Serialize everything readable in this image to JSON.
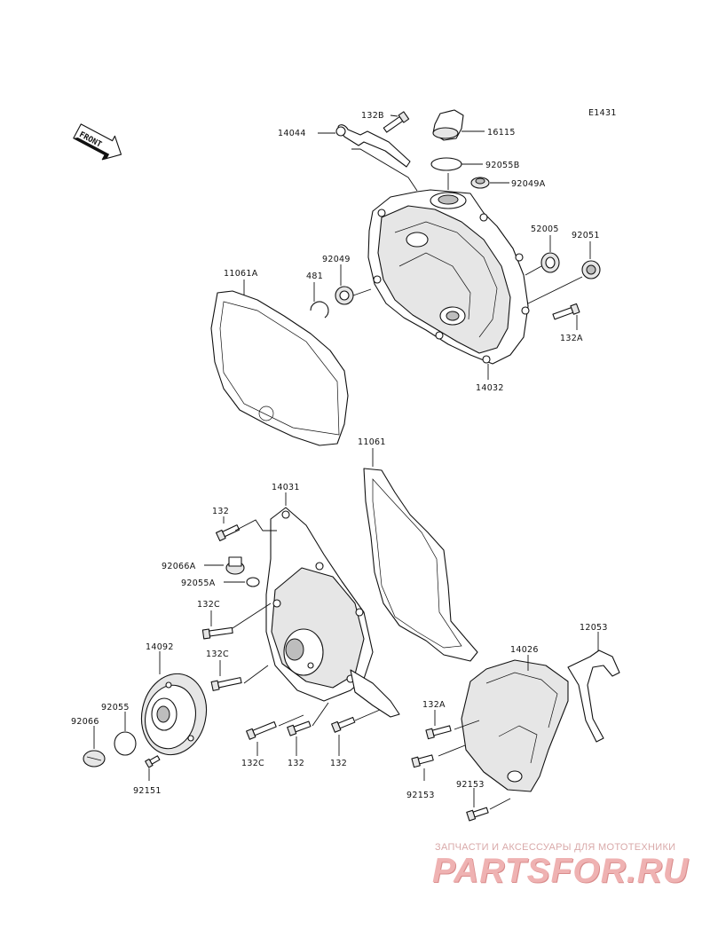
{
  "diagram_code": "E1431",
  "front_arrow_text": "FRONT",
  "labels": {
    "l_132B": "132B",
    "l_14044": "14044",
    "l_16115": "16115",
    "l_92055B": "92055B",
    "l_92049A": "92049A",
    "l_52005": "52005",
    "l_92051": "92051",
    "l_11061A": "11061A",
    "l_481": "481",
    "l_92049": "92049",
    "l_132A_top": "132A",
    "l_14032": "14032",
    "l_11061": "11061",
    "l_14031": "14031",
    "l_132_top": "132",
    "l_92066A": "92066A",
    "l_92055A": "92055A",
    "l_132C_a": "132C",
    "l_14092": "14092",
    "l_132C_b": "132C",
    "l_92055": "92055",
    "l_92066": "92066",
    "l_92151": "92151",
    "l_132C_c": "132C",
    "l_132_b": "132",
    "l_132_c": "132",
    "l_14026": "14026",
    "l_12053": "12053",
    "l_132A_b": "132A",
    "l_92153_a": "92153",
    "l_92153_b": "92153"
  },
  "watermark": {
    "tagline": "ЗАПЧАСТИ И АКСЕССУАРЫ ДЛЯ МОТОТЕХНИКИ",
    "brand": "PARTSFOR.RU"
  }
}
